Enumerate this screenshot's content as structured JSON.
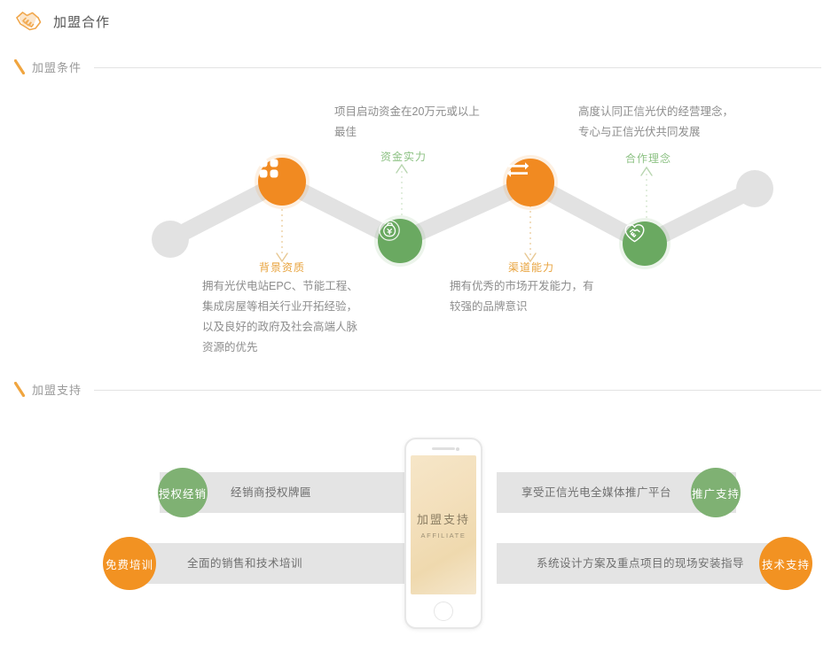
{
  "page": {
    "title": "加盟合作",
    "title_icon": "handshake-icon"
  },
  "sections": [
    {
      "id": "conditions",
      "label": "加盟条件"
    },
    {
      "id": "support",
      "label": "加盟支持"
    }
  ],
  "conditions": {
    "top_texts": [
      {
        "line1": "项目启动资金在20万元或以上",
        "line2": "最佳"
      },
      {
        "line1": "高度认同正信光伏的经营理念，",
        "line2": "专心与正信光伏共同发展"
      }
    ],
    "green_captions": [
      "资金实力",
      "合作理念"
    ],
    "orange_captions": [
      "背景资质",
      "渠道能力"
    ],
    "descriptions": [
      {
        "lines": [
          "拥有光伏电站EPC、节能工程、",
          "集成房屋等相关行业开拓经验，",
          "以及良好的政府及社会高端人脉",
          "资源的优先"
        ]
      },
      {
        "lines": [
          "拥有优秀的市场开发能力，有",
          "较强的品牌意识"
        ]
      }
    ],
    "nodes": [
      {
        "type": "end",
        "icon": "grey-dot",
        "color": "#e2e2e2"
      },
      {
        "type": "orange",
        "icon": "four-squares-icon",
        "color": "#f18a21"
      },
      {
        "type": "green",
        "icon": "money-bag-icon",
        "color": "#6aa961"
      },
      {
        "type": "orange",
        "icon": "exchange-arrows-icon",
        "color": "#f18a21"
      },
      {
        "type": "green",
        "icon": "heart-handshake-icon",
        "color": "#6aa961"
      },
      {
        "type": "end",
        "icon": "grey-dot",
        "color": "#e2e2e2"
      }
    ]
  },
  "support": {
    "phone": {
      "screen_title": "加盟支持",
      "screen_subtitle": "AFFILIATE"
    },
    "items": [
      {
        "side": "left",
        "badge": "授权经销",
        "badge_color": "#7fb173",
        "text": "经销商授权牌匾"
      },
      {
        "side": "right",
        "badge": "推广支持",
        "badge_color": "#7fb173",
        "text": "享受正信光电全媒体推广平台"
      },
      {
        "side": "left",
        "badge": "免费培训",
        "badge_color": "#f29222",
        "text": "全面的销售和技术培训"
      },
      {
        "side": "right",
        "badge": "技术支持",
        "badge_color": "#f29222",
        "text": "系统设计方案及重点项目的现场安装指导"
      }
    ]
  },
  "colors": {
    "orange": "#f18a21",
    "orange_light": "#e8a33d",
    "green": "#6aa961",
    "green_light": "#8cc183",
    "grey_bar": "#e4e4e4",
    "text": "#8d8d8d"
  }
}
